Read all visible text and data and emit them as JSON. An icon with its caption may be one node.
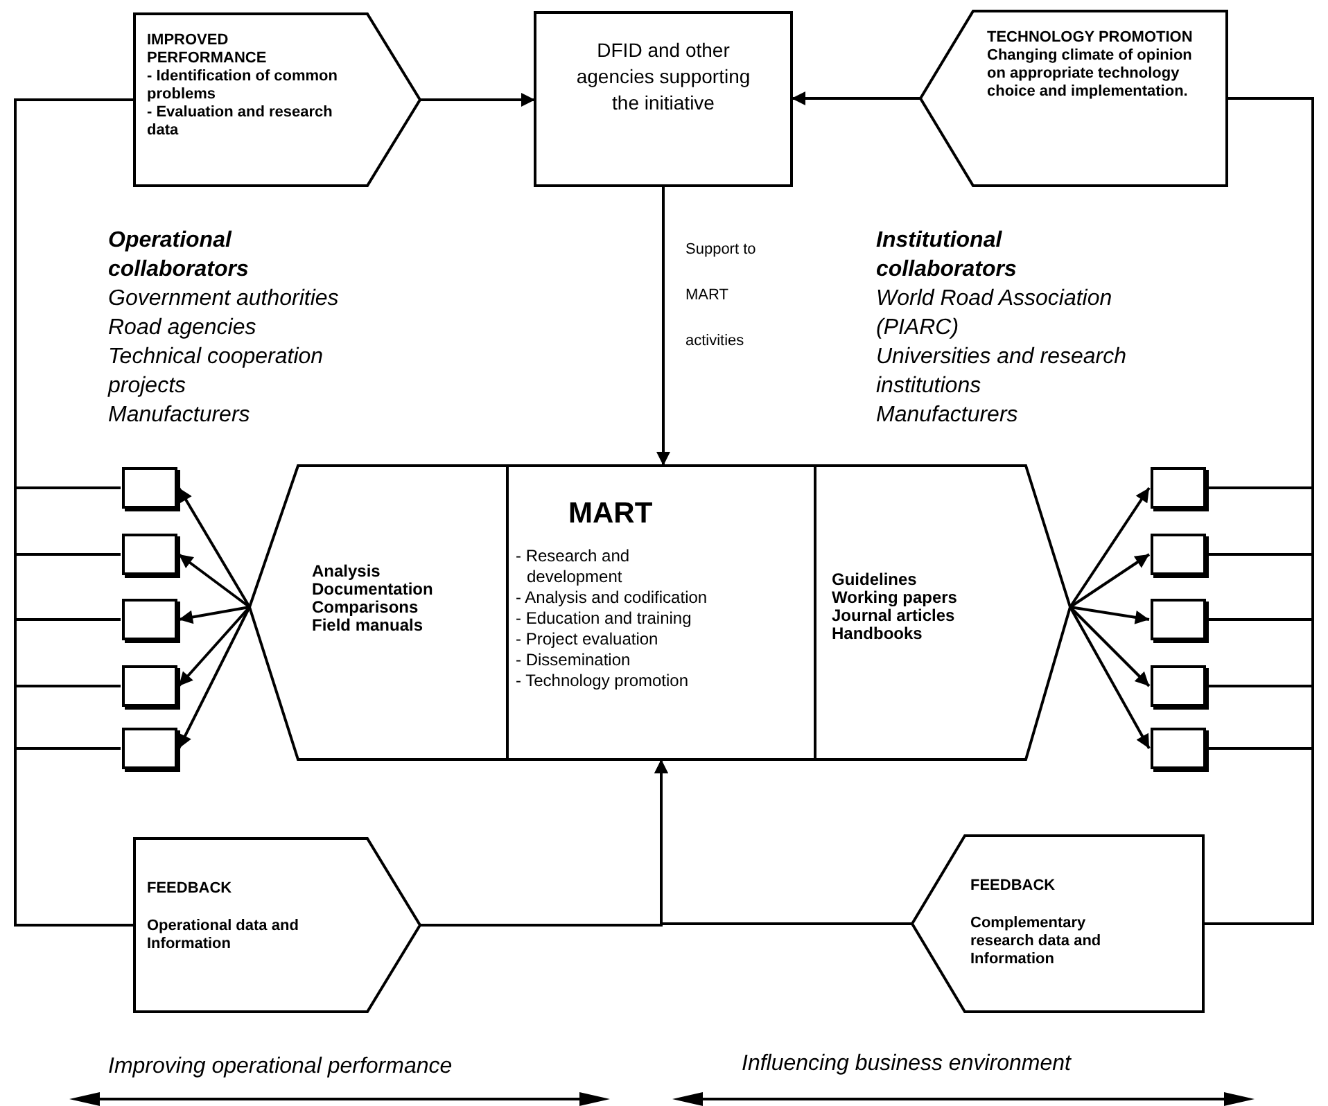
{
  "diagram": {
    "nodes": [
      {
        "text": [
          "IMPROVED PERFORMANCE",
          "- Identification of common problems",
          "- Evaluation and research data"
        ]
      },
      {
        "text": [
          "DFID and other agencies supporting the initiative"
        ]
      },
      {
        "text": [
          "TECHNOLOGY PROMOTION",
          "Changing climate of opinion on appropriate technology choice and implementation."
        ]
      },
      {
        "text": [
          "Analysis",
          "Documentation",
          "Comparisons",
          "Field manuals"
        ]
      },
      {
        "text": [
          "MART",
          "- Research and development",
          "- Analysis and codification",
          "- Education and training",
          "- Project evaluation",
          "- Dissemination",
          "- Technology promotion"
        ]
      },
      {
        "text": [
          "Guidelines",
          "Working papers",
          "Journal articles",
          "Handbooks"
        ]
      },
      {
        "text": [],
        "shape": "box"
      },
      {
        "text": [],
        "shape": "box"
      },
      {
        "text": [],
        "shape": "box"
      },
      {
        "text": [],
        "shape": "box"
      },
      {
        "text": [],
        "shape": "box"
      },
      {
        "text": [],
        "shape": "box"
      },
      {
        "text": [],
        "shape": "box"
      },
      {
        "text": [],
        "shape": "box"
      },
      {
        "text": [],
        "shape": "box"
      },
      {
        "text": [],
        "shape": "box"
      },
      {
        "text": [
          "FEEDBACK",
          "Operational data and Information"
        ]
      },
      {
        "text": [
          "FEEDBACK",
          "Complementary research data and Information"
        ]
      }
    ],
    "edges": [
      {
        "from": 0,
        "to": 1,
        "arrow": "to"
      },
      {
        "from": 2,
        "to": 1,
        "arrow": "to"
      },
      {
        "from": 1,
        "to": 4,
        "arrow": "to",
        "label": "Support to MART activities"
      },
      {
        "from": 3,
        "to": 6,
        "arrow": "to"
      },
      {
        "from": 3,
        "to": 7,
        "arrow": "to"
      },
      {
        "from": 3,
        "to": 8,
        "arrow": "to"
      },
      {
        "from": 3,
        "to": 9,
        "arrow": "to"
      },
      {
        "from": 3,
        "to": 10,
        "arrow": "to"
      },
      {
        "from": 5,
        "to": 11,
        "arrow": "to"
      },
      {
        "from": 5,
        "to": 12,
        "arrow": "to"
      },
      {
        "from": 5,
        "to": 13,
        "arrow": "to"
      },
      {
        "from": 5,
        "to": 14,
        "arrow": "to"
      },
      {
        "from": 5,
        "to": 15,
        "arrow": "to"
      },
      {
        "from": 6,
        "to": 0,
        "arrow": "none"
      },
      {
        "from": 7,
        "to": 0,
        "arrow": "none"
      },
      {
        "from": 8,
        "to": 0,
        "arrow": "none"
      },
      {
        "from": 9,
        "to": 0,
        "arrow": "none"
      },
      {
        "from": 10,
        "to": 0,
        "arrow": "none"
      },
      {
        "from": 6,
        "to": 16,
        "arrow": "none"
      },
      {
        "from": 7,
        "to": 16,
        "arrow": "none"
      },
      {
        "from": 8,
        "to": 16,
        "arrow": "none"
      },
      {
        "from": 9,
        "to": 16,
        "arrow": "none"
      },
      {
        "from": 10,
        "to": 16,
        "arrow": "none"
      },
      {
        "from": 11,
        "to": 2,
        "arrow": "none"
      },
      {
        "from": 12,
        "to": 2,
        "arrow": "none"
      },
      {
        "from": 13,
        "to": 2,
        "arrow": "none"
      },
      {
        "from": 14,
        "to": 2,
        "arrow": "none"
      },
      {
        "from": 15,
        "to": 2,
        "arrow": "none"
      },
      {
        "from": 11,
        "to": 17,
        "arrow": "none"
      },
      {
        "from": 12,
        "to": 17,
        "arrow": "none"
      },
      {
        "from": 13,
        "to": 17,
        "arrow": "none"
      },
      {
        "from": 14,
        "to": 17,
        "arrow": "none"
      },
      {
        "from": 15,
        "to": 17,
        "arrow": "none"
      },
      {
        "from": 16,
        "to": 4,
        "arrow": "to"
      },
      {
        "from": 17,
        "to": 4,
        "arrow": "to"
      }
    ],
    "labels": [
      "Operational collaborators",
      "Government authorities",
      "Road agencies",
      "Technical cooperation projects",
      "Manufacturers",
      "Institutional collaborators",
      "World Road Association (PIARC)",
      "Universities and research institutions",
      "Manufacturers",
      "Improving operational performance",
      "Influencing business environment"
    ]
  }
}
